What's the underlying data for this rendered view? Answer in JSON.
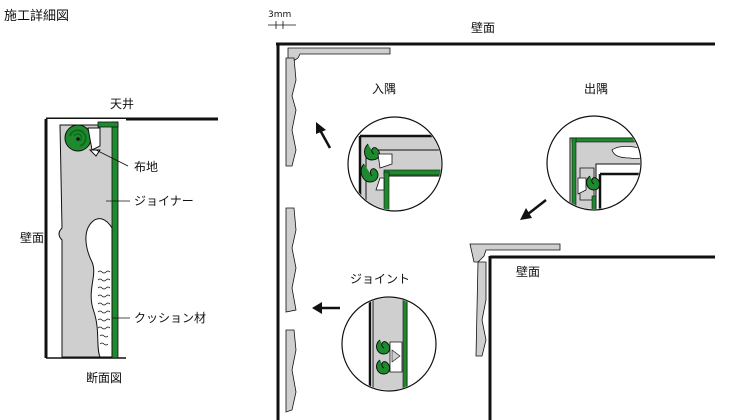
{
  "title": "施工詳細図",
  "section": {
    "ceiling_label": "天井",
    "wall_label": "壁面",
    "callouts": {
      "fabric": "布地",
      "joiner": "ジョイナー",
      "cushion": "クッション材"
    },
    "caption": "断面図"
  },
  "plan": {
    "gap_label": "3mm",
    "top_wall_label": "壁面",
    "inner_wall_label": "壁面",
    "details": {
      "inside_corner": "入隅",
      "outside_corner": "出隅",
      "joint": "ジョイント"
    }
  },
  "colors": {
    "line": "#111111",
    "fabric_green": "#1e8a2e",
    "fabric_dark_green": "#0f6a1c",
    "fill_gray": "#cfcfcf"
  },
  "icons": [
    "arrow-up-left-icon",
    "arrow-down-left-icon",
    "arrow-left-icon"
  ]
}
